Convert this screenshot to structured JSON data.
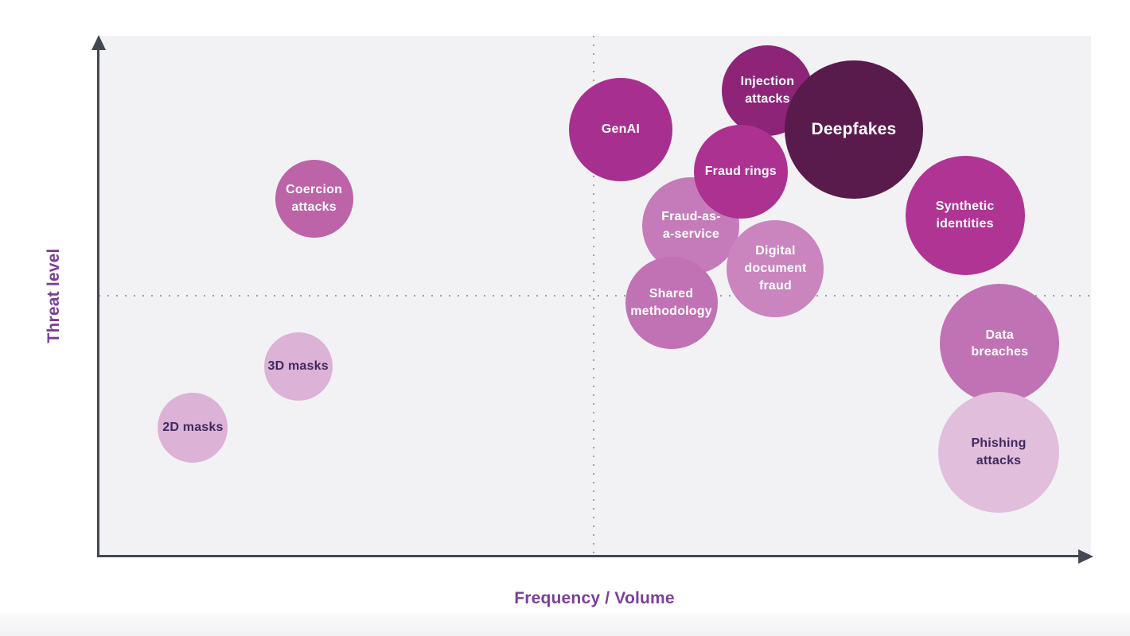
{
  "colors": {
    "page_background": "#ffffff",
    "plot_background": "#f2f2f4",
    "axis": "#434853",
    "dotted_line": "#9c9ca7",
    "axis_label_text": "#7c3e99"
  },
  "chart_data": {
    "type": "scatter",
    "subtype": "bubble-quadrant",
    "title": "",
    "xlabel": "Frequency / Volume",
    "ylabel": "Threat level",
    "x_range": [
      0,
      100
    ],
    "y_range": [
      0,
      100
    ],
    "x_ticks": [],
    "y_ticks": [],
    "grid": "dotted crosshair dividing plot into quadrants at x=50, y=50",
    "legend": "none; bubble fill darkness encodes threat intensity",
    "points": [
      {
        "id": "injection-attacks",
        "label_lines": [
          "Injection",
          "attacks"
        ],
        "x": 67.4,
        "y": 89.5,
        "r": 57,
        "color": "#8d2478",
        "text_color": "#ffffff",
        "font_px": 16
      },
      {
        "id": "fraud-as-a-service",
        "label_lines": [
          "Fraud-as-",
          "a-service"
        ],
        "x": 59.7,
        "y": 63.5,
        "r": 61,
        "color": "#c57bb9",
        "text_color": "#ffffff",
        "font_px": 16
      },
      {
        "id": "fraud-rings",
        "label_lines": [
          "Fraud rings"
        ],
        "x": 64.7,
        "y": 73.9,
        "r": 59,
        "color": "#ac3191",
        "text_color": "#ffffff",
        "font_px": 16
      },
      {
        "id": "shared-methodology",
        "label_lines": [
          "Shared",
          "methodology"
        ],
        "x": 57.7,
        "y": 48.7,
        "r": 58,
        "color": "#c172b4",
        "text_color": "#ffffff",
        "font_px": 16
      },
      {
        "id": "digital-document-fraud",
        "label_lines": [
          "Digital",
          "document",
          "fraud"
        ],
        "x": 68.2,
        "y": 55.3,
        "r": 61,
        "color": "#ca84be",
        "text_color": "#ffffff",
        "font_px": 16
      },
      {
        "id": "deepfakes",
        "label_lines": [
          "Deepfakes"
        ],
        "x": 76.1,
        "y": 82.0,
        "r": 87,
        "color": "#591b4b",
        "text_color": "#ffffff",
        "font_px": 21
      },
      {
        "id": "synthetic-identities",
        "label_lines": [
          "Synthetic",
          "identities"
        ],
        "x": 87.3,
        "y": 65.5,
        "r": 75,
        "color": "#b03494",
        "text_color": "#ffffff",
        "font_px": 16
      },
      {
        "id": "genai",
        "label_lines": [
          "GenAI"
        ],
        "x": 52.6,
        "y": 82.0,
        "r": 65,
        "color": "#a72f90",
        "text_color": "#ffffff",
        "font_px": 16
      },
      {
        "id": "coercion-attacks",
        "label_lines": [
          "Coercion",
          "attacks"
        ],
        "x": 21.7,
        "y": 68.7,
        "r": 49,
        "color": "#bd63a8",
        "text_color": "#ffffff",
        "font_px": 16
      },
      {
        "id": "3d-masks",
        "label_lines": [
          "3D masks"
        ],
        "x": 20.1,
        "y": 36.5,
        "r": 43,
        "color": "#dcb2d6",
        "text_color": "#3e2a5f",
        "font_px": 16
      },
      {
        "id": "2d-masks",
        "label_lines": [
          "2D masks"
        ],
        "x": 9.5,
        "y": 24.7,
        "r": 44,
        "color": "#dcb2d6",
        "text_color": "#3e2a5f",
        "font_px": 16
      },
      {
        "id": "data-breaches",
        "label_lines": [
          "Data",
          "breaches"
        ],
        "x": 90.8,
        "y": 40.9,
        "r": 75,
        "color": "#c172b4",
        "text_color": "#ffffff",
        "font_px": 16
      },
      {
        "id": "phishing-attacks",
        "label_lines": [
          "Phishing",
          "attacks"
        ],
        "x": 90.7,
        "y": 20.0,
        "r": 76,
        "color": "#e1bedb",
        "text_color": "#3e2a5f",
        "font_px": 16
      }
    ]
  }
}
